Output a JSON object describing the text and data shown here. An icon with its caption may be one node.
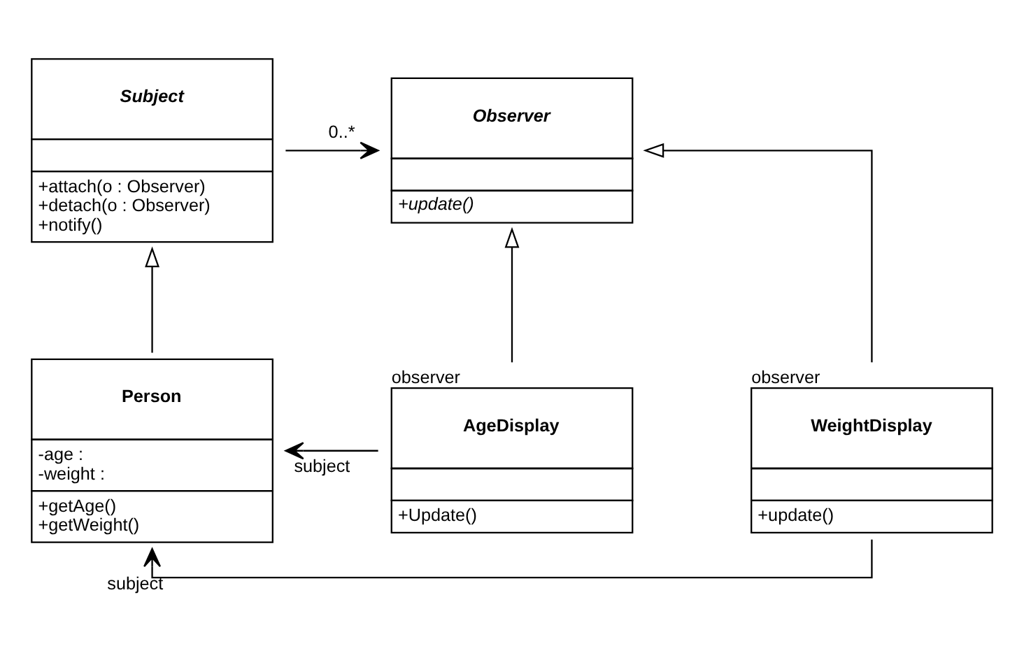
{
  "diagram": {
    "nodes": [
      {
        "text": [
          "Subject",
          "+attach(o : Observer)",
          "+detach(o : Observer)",
          "+notify()"
        ]
      },
      {
        "text": [
          "Observer",
          "+update()"
        ]
      },
      {
        "text": [
          "Person",
          "-age :",
          "-weight :",
          "+getAge()",
          "+getWeight()"
        ]
      },
      {
        "text": [
          "WeightDisplay",
          "+update()"
        ],
        "beside": [
          "observer"
        ]
      },
      {
        "text": [
          "AgeDisplay",
          "+Update()"
        ],
        "beside": [
          "observer"
        ]
      }
    ],
    "edges": [
      {
        "from": 0,
        "to": 1,
        "arrow": "to",
        "label": "0..*"
      },
      {
        "from": 2,
        "to": 0,
        "arrow": "to"
      },
      {
        "from": 3,
        "to": 1,
        "arrow": "to"
      },
      {
        "from": 4,
        "to": 1,
        "arrow": "to"
      },
      {
        "from": 3,
        "to": 2,
        "arrow": "to",
        "label": "subject"
      },
      {
        "from": 4,
        "to": 2,
        "arrow": "to",
        "label": "subject"
      }
    ]
  }
}
